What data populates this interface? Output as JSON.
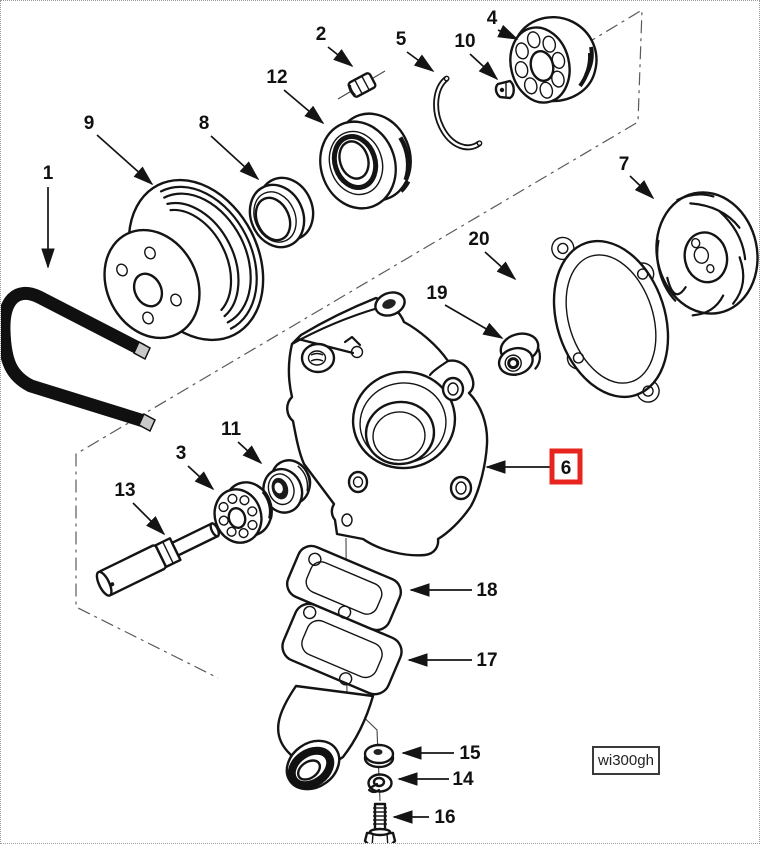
{
  "figure": {
    "code": "wi300gh"
  },
  "callouts": [
    "1",
    "2",
    "3",
    "4",
    "5",
    "6",
    "7",
    "8",
    "9",
    "10",
    "11",
    "12",
    "13",
    "14",
    "15",
    "16",
    "17",
    "18",
    "19",
    "20"
  ],
  "highlight": {
    "label": "6",
    "box_color": "#e8241e"
  },
  "colors": {
    "line": "#141414",
    "background": "#ffffff"
  }
}
